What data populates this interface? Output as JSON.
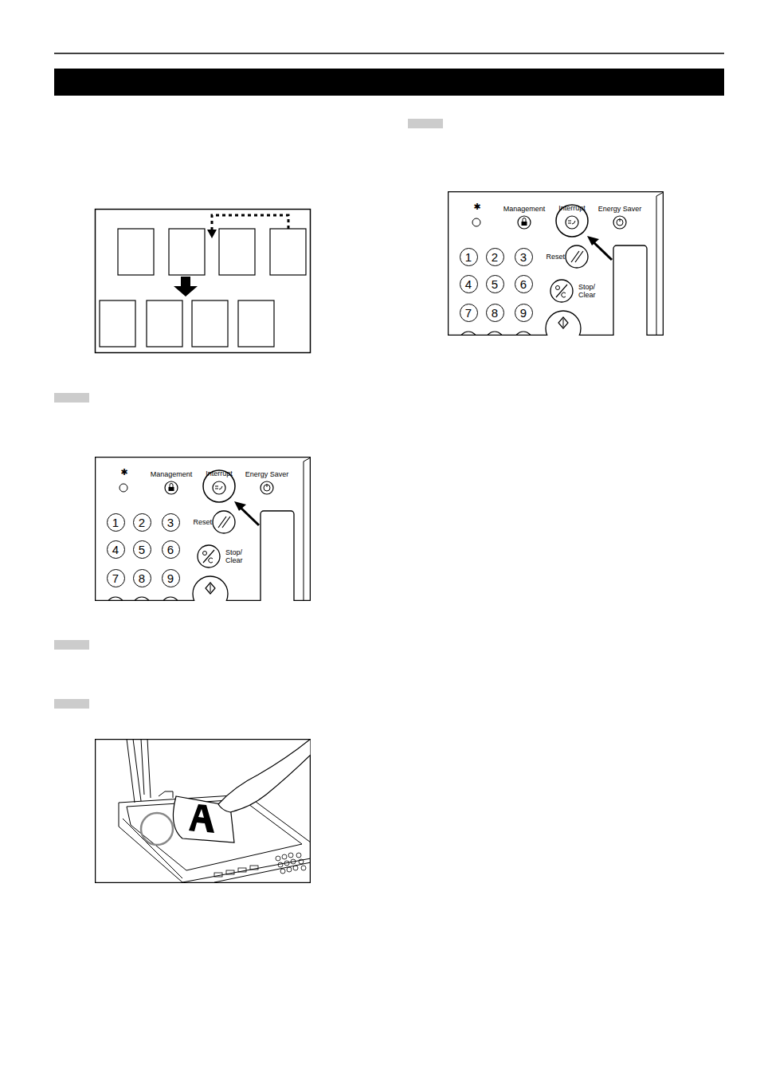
{
  "diagram": {
    "nodes": [
      {
        "text": [
          "1"
        ]
      },
      {
        "text": [
          "2"
        ]
      },
      {
        "text": [
          "3"
        ]
      },
      {
        "text": [
          "4"
        ]
      },
      {
        "text": [
          "5"
        ]
      },
      {
        "text": [
          "6"
        ]
      },
      {
        "text": [
          "7"
        ]
      },
      {
        "text": [
          "8"
        ]
      },
      {
        "text": [
          "9"
        ]
      },
      {
        "text": [
          "1"
        ]
      },
      {
        "text": [
          "2"
        ]
      },
      {
        "text": [
          "3"
        ]
      },
      {
        "text": [
          "4"
        ]
      },
      {
        "text": [
          "5"
        ]
      },
      {
        "text": [
          "6"
        ]
      },
      {
        "text": [
          "7"
        ]
      },
      {
        "text": [
          "8"
        ]
      },
      {
        "text": [
          "9"
        ]
      }
    ],
    "labels": [
      "✱",
      "Management",
      "Interrupt",
      "Energy Saver",
      "Reset",
      "Stop/ Clear",
      "✱",
      "Management",
      "Interrupt",
      "Energy Saver",
      "Reset",
      "Stop/ Clear"
    ]
  }
}
